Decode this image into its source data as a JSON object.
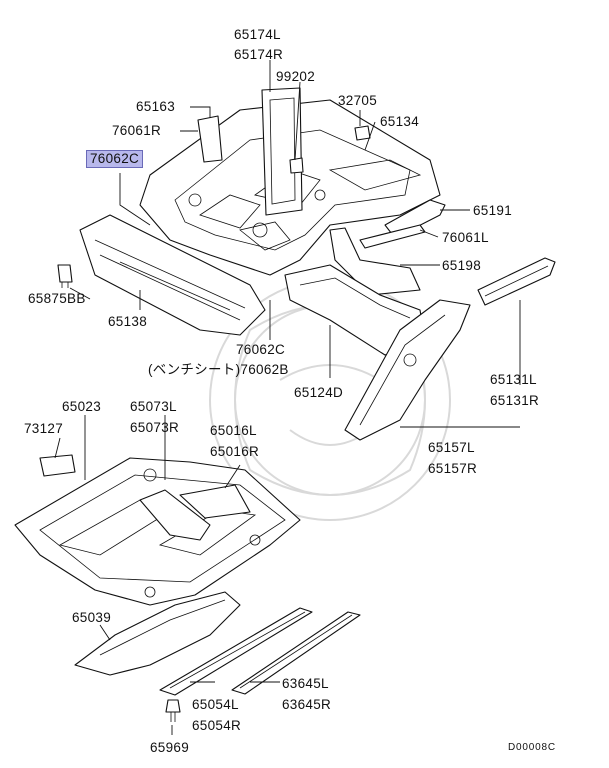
{
  "labels": {
    "p65174L": "65174L",
    "p65174R": "65174R",
    "p99202": "99202",
    "p32705": "32705",
    "p65163": "65163",
    "p65134": "65134",
    "p76061R": "76061R",
    "p76062C_hl": "76062C",
    "p65191": "65191",
    "p76061L": "76061L",
    "p65198": "65198",
    "p65875BB": "65875BB",
    "p65138": "65138",
    "p76062C": "76062C",
    "p76062B": "(ベンチシート)76062B",
    "p65124D": "65124D",
    "p65131L": "65131L",
    "p65131R": "65131R",
    "p65023": "65023",
    "p65073L": "65073L",
    "p65073R": "65073R",
    "p73127": "73127",
    "p65016L": "65016L",
    "p65016R": "65016R",
    "p65157L": "65157L",
    "p65157R": "65157R",
    "p65039": "65039",
    "p63645L": "63645L",
    "p63645R": "63645R",
    "p65054L": "65054L",
    "p65054R": "65054R",
    "p65969": "65969",
    "code": "D00008C"
  }
}
